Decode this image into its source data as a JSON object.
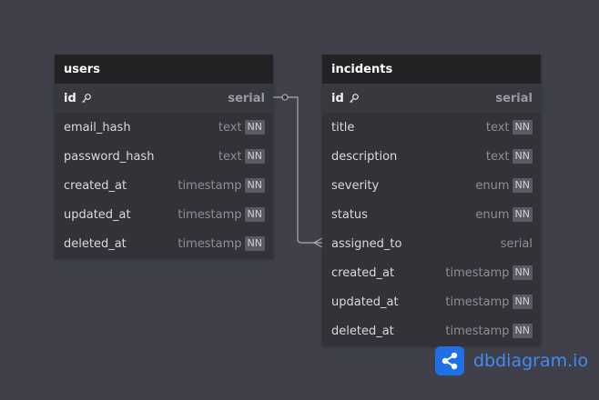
{
  "tables": {
    "users": {
      "title": "users",
      "columns": [
        {
          "name": "id",
          "type": "serial",
          "pk": true,
          "nn": false
        },
        {
          "name": "email_hash",
          "type": "text",
          "pk": false,
          "nn": true
        },
        {
          "name": "password_hash",
          "type": "text",
          "pk": false,
          "nn": true
        },
        {
          "name": "created_at",
          "type": "timestamp",
          "pk": false,
          "nn": true
        },
        {
          "name": "updated_at",
          "type": "timestamp",
          "pk": false,
          "nn": true
        },
        {
          "name": "deleted_at",
          "type": "timestamp",
          "pk": false,
          "nn": true
        }
      ]
    },
    "incidents": {
      "title": "incidents",
      "columns": [
        {
          "name": "id",
          "type": "serial",
          "pk": true,
          "nn": false
        },
        {
          "name": "title",
          "type": "text",
          "pk": false,
          "nn": true
        },
        {
          "name": "description",
          "type": "text",
          "pk": false,
          "nn": true
        },
        {
          "name": "severity",
          "type": "enum",
          "pk": false,
          "nn": true
        },
        {
          "name": "status",
          "type": "enum",
          "pk": false,
          "nn": true
        },
        {
          "name": "assigned_to",
          "type": "serial",
          "pk": false,
          "nn": false
        },
        {
          "name": "created_at",
          "type": "timestamp",
          "pk": false,
          "nn": true
        },
        {
          "name": "updated_at",
          "type": "timestamp",
          "pk": false,
          "nn": true
        },
        {
          "name": "deleted_at",
          "type": "timestamp",
          "pk": false,
          "nn": true
        }
      ]
    }
  },
  "nn_label": "NN",
  "relationship": {
    "from": "users.id",
    "to": "incidents.assigned_to",
    "type": "one-to-many"
  },
  "brand": {
    "name": "dbdiagram.io",
    "color": "#3d8cf7",
    "logo_icon": "share-nodes-icon"
  },
  "colors": {
    "background": "#3f4049",
    "header": "#232326",
    "body": "#323238",
    "connector": "#a9a9b0"
  }
}
